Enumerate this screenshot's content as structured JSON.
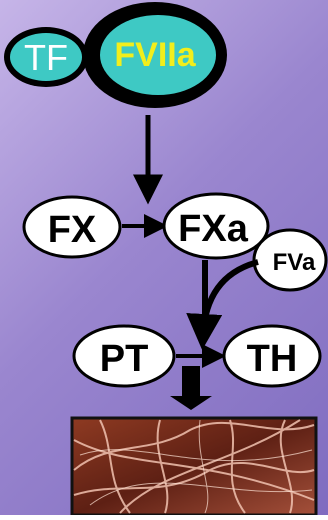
{
  "nodes": {
    "tf": "TF",
    "fviia": "FVIIa",
    "fx": "FX",
    "fxa": "FXa",
    "fva": "FVa",
    "pt": "PT",
    "th": "TH"
  },
  "colors": {
    "background_light": "#c6b5e8",
    "background_dark": "#7f6cc0",
    "tf_fill": "#3ec9c4",
    "fviia_text": "#f2ee1c",
    "complex_fill": "#000000",
    "node_fill": "#ffffff",
    "node_text": "#000000",
    "arrow": "#000000",
    "fibrin_base": "#7a2e1c"
  },
  "image": {
    "subject": "fibrin-clot-image"
  }
}
